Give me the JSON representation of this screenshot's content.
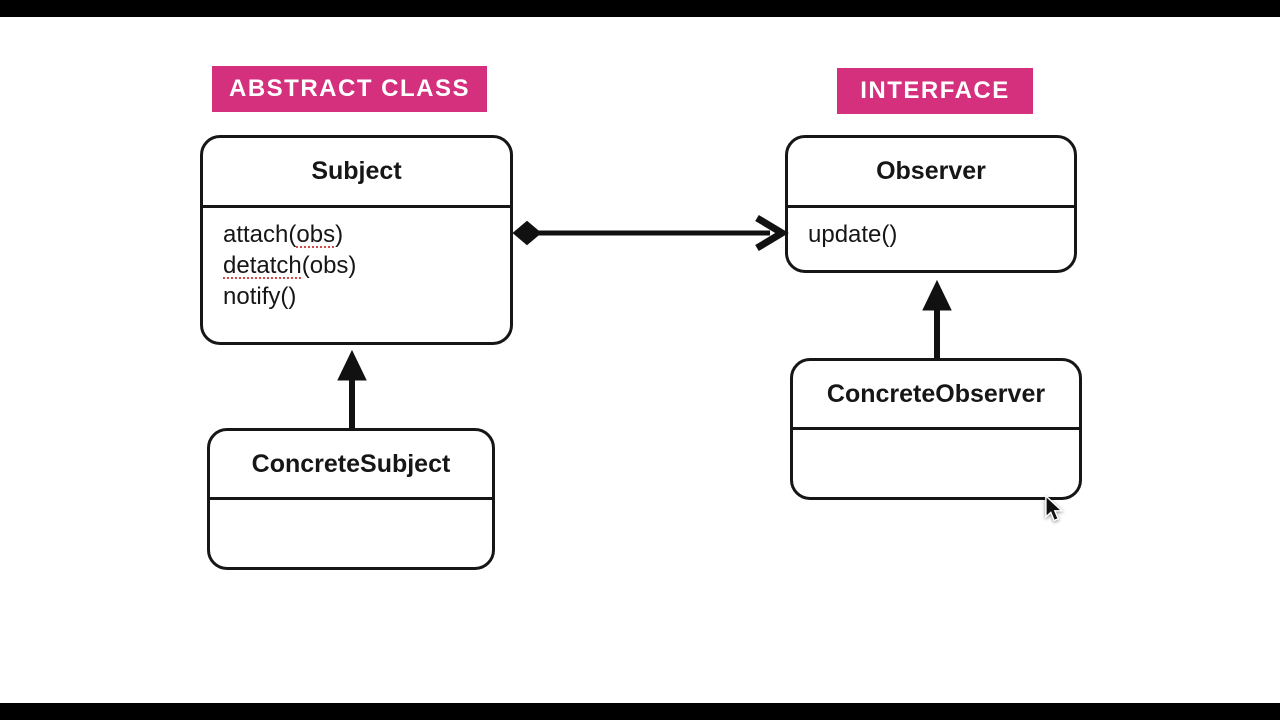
{
  "colors": {
    "accent": "#d5307e",
    "line": "#111111",
    "misspell_underline": "#d14b4b",
    "background": "#ffffff",
    "letterbox": "#000000"
  },
  "labels": {
    "abstract_class": "ABSTRACT CLASS",
    "interface": "INTERFACE"
  },
  "classes": {
    "subject": {
      "title": "Subject",
      "methods": [
        {
          "text": "attach(obs)",
          "misspelled": "obs"
        },
        {
          "text": "detatch(obs)",
          "misspelled": "detatch"
        },
        {
          "text": "notify()",
          "misspelled": ""
        }
      ]
    },
    "observer": {
      "title": "Observer",
      "methods": [
        {
          "text": "update()",
          "misspelled": ""
        }
      ]
    },
    "concrete_subject": {
      "title": "ConcreteSubject",
      "methods": []
    },
    "concrete_observer": {
      "title": "ConcreteObserver",
      "methods": []
    }
  },
  "relationships": [
    {
      "from": "Subject",
      "to": "Observer",
      "type": "aggregation-arrow",
      "diamond_end": "Subject",
      "arrow_end": "Observer"
    },
    {
      "from": "ConcreteSubject",
      "to": "Subject",
      "type": "generalization"
    },
    {
      "from": "ConcreteObserver",
      "to": "Observer",
      "type": "generalization"
    }
  ],
  "cursor": {
    "name": "mouse-pointer"
  }
}
